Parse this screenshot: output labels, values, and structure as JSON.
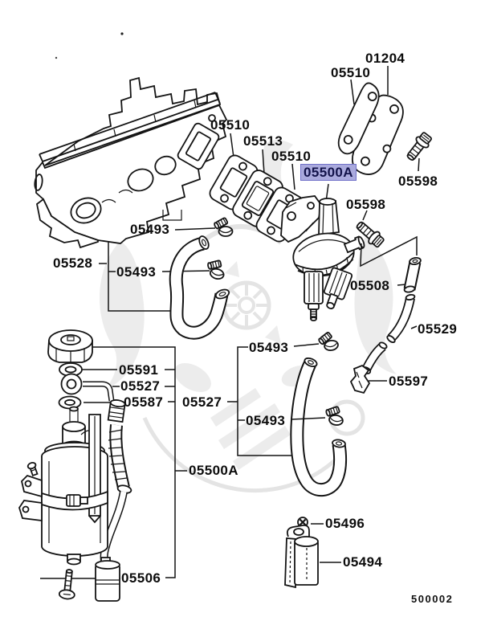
{
  "diagram": {
    "catalog_code": "500002",
    "highlighted_label": "05500A",
    "colors": {
      "line": "#141414",
      "highlight_bg": "#aaaadd",
      "highlight_border": "#7070c8",
      "highlight_text": "#13134a",
      "watermark": "#ececec",
      "background": "#ffffff"
    },
    "labels": {
      "l01204": "01204",
      "l05510_top": "05510",
      "l05598_right": "05598",
      "l05510_left": "05510",
      "l05513": "05513",
      "l05510_mid": "05510",
      "l05500a_hl": "05500A",
      "l05598_center": "05598",
      "l05508": "05508",
      "l05529": "05529",
      "l05493_a": "05493",
      "l05528": "05528",
      "l05493_b": "05493",
      "l05493_c": "05493",
      "l05597": "05597",
      "l05493_d": "05493",
      "l05527_center": "05527",
      "l05591": "05591",
      "l05527_left": "05527",
      "l05587": "05587",
      "l05500a_bottom": "05500A",
      "l05506": "05506",
      "l05496": "05496",
      "l05494": "05494"
    }
  }
}
